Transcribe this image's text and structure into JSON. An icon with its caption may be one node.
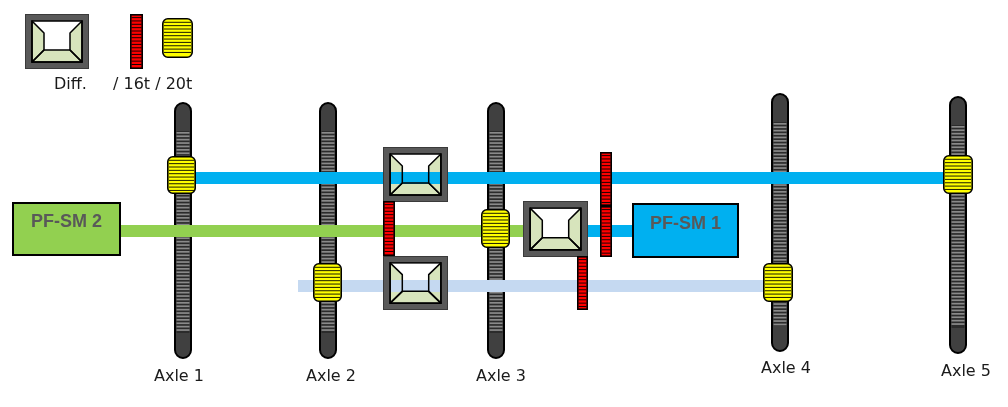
{
  "diagram": {
    "nodes": [
      {
        "text": [
          "PF-SM 2"
        ]
      },
      {
        "text": [
          "PF-SM 1"
        ]
      },
      {
        "text": [],
        "shape": "box"
      },
      {
        "text": [],
        "shape": "box"
      },
      {
        "text": [],
        "shape": "box"
      },
      {
        "text": [],
        "shape": "box"
      },
      {
        "text": [],
        "shape": "box"
      },
      {
        "text": [],
        "shape": "picture"
      },
      {
        "text": [],
        "shape": "picture"
      },
      {
        "text": [],
        "shape": "picture"
      },
      {
        "text": [],
        "shape": "bar"
      },
      {
        "text": [],
        "shape": "bar"
      },
      {
        "text": [],
        "shape": "bar"
      },
      {
        "text": [],
        "shape": "bar"
      }
    ],
    "edges": [
      {
        "from": 2,
        "to": 7,
        "arrow": "none"
      },
      {
        "from": 7,
        "to": 12,
        "arrow": "none"
      },
      {
        "from": 12,
        "to": 6,
        "arrow": "none"
      },
      {
        "from": 0,
        "to": 10,
        "arrow": "none",
        "color": "#92d050"
      },
      {
        "from": 10,
        "to": 4,
        "arrow": "none",
        "color": "#92d050"
      },
      {
        "from": 4,
        "to": 8,
        "arrow": "none",
        "color": "#92d050"
      },
      {
        "from": 8,
        "to": 13,
        "arrow": "none"
      },
      {
        "from": 13,
        "to": 1,
        "arrow": "none"
      },
      {
        "from": null,
        "to": 3,
        "arrow": "none",
        "color": "#c5d9f1"
      },
      {
        "from": 3,
        "to": 9,
        "arrow": "none",
        "color": "#c5d9f1"
      },
      {
        "from": 9,
        "to": 11,
        "arrow": "none",
        "color": "#c5d9f1"
      },
      {
        "from": 11,
        "to": 5,
        "arrow": "none",
        "color": "#c5d9f1"
      }
    ],
    "labels": [
      "Axle 1",
      "Axle 2",
      "Axle 3",
      "Axle 4",
      "Axle 5"
    ],
    "legend": [
      {
        "text": "Diff."
      },
      {
        "text": "/ 16t / 20t"
      }
    ]
  }
}
